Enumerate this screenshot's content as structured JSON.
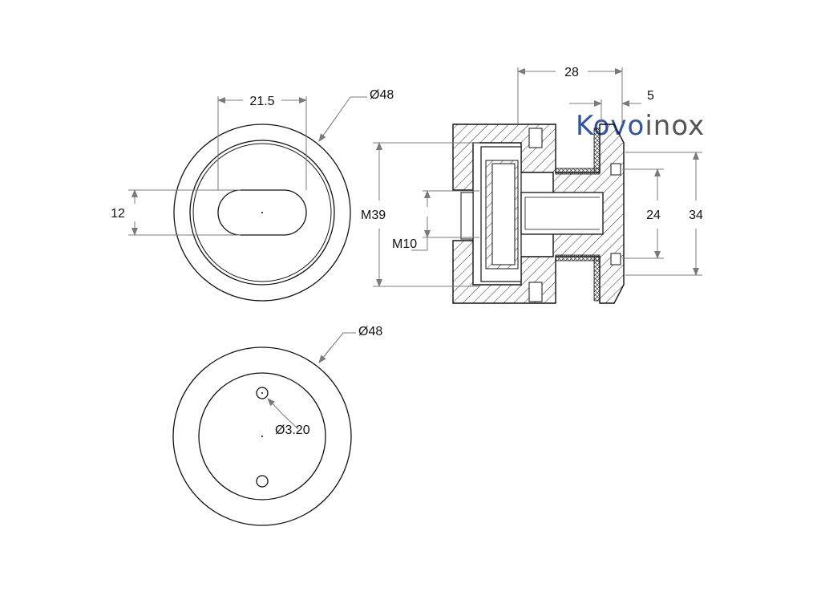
{
  "logo": {
    "part_blue": "Kovo",
    "part_gray": "inox",
    "color_blue": "#2f55a4",
    "color_gray": "#555555"
  },
  "colors": {
    "outline": "#111111",
    "dimension": "#7a7a7a",
    "hatch": "#333333"
  },
  "dimensions": {
    "front_slot_width": "21.5",
    "front_outer_dia": "Ø48",
    "front_slot_height": "12",
    "back_outer_dia": "Ø48",
    "back_hole_dia": "Ø3.20",
    "section_length": "28",
    "section_flange": "5",
    "section_thread": "M39",
    "section_bolt": "M10",
    "section_inner": "24",
    "section_outer": "34"
  }
}
